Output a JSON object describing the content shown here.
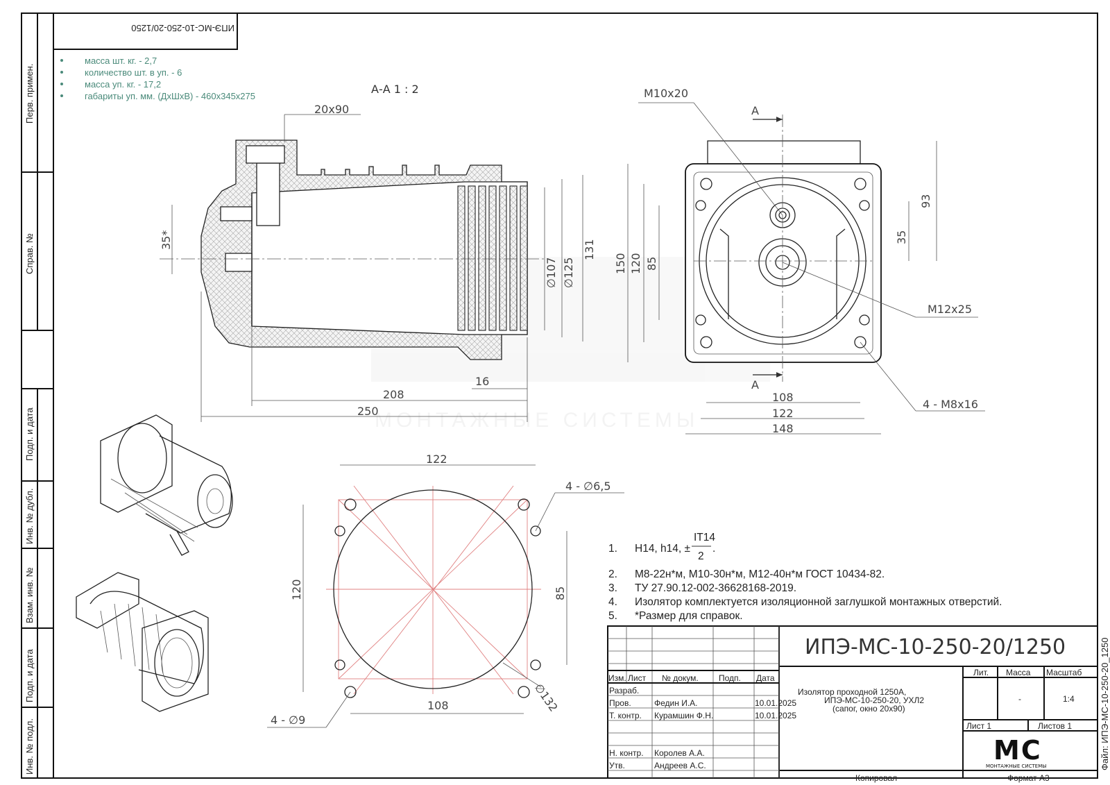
{
  "document_code_mirrored": "ИПЭ-МС-10-250-20/1250",
  "side_frame": {
    "labels": [
      "Перв. примен.",
      "Справ. №",
      "Подп. и дата",
      "Инв. № дубл.",
      "Взам. инв. №",
      "Подп. и дата",
      "Инв. № подл."
    ],
    "file_label": "Файл: ИПЭ-МС-10-250-20_1250"
  },
  "specs": [
    "масса шт. кг. - 2,7",
    "количество шт. в уп. - 6",
    "масса уп. кг. - 17,2",
    "габариты уп. мм. (ДхШхВ) - 460х345х275"
  ],
  "section_view": {
    "title": "А-А 1 : 2",
    "dims": {
      "window": "20х90",
      "left_ref": "35*",
      "d1": "∅107",
      "d2": "∅125",
      "d3": "131",
      "len_16": "16",
      "len_208": "208",
      "len_250": "250"
    }
  },
  "front_view": {
    "labels": {
      "m10": "М10х20",
      "m12": "М12х25",
      "holes": "4 - М8х16",
      "section_a_top": "А",
      "section_a_bottom": "А"
    },
    "dims": {
      "h150": "150",
      "h120": "120",
      "h85": "85",
      "h93": "93",
      "h35": "35",
      "w108": "108",
      "w122": "122",
      "w148": "148"
    }
  },
  "mounting_view": {
    "dims": {
      "w122": "122",
      "w108": "108",
      "h120": "120",
      "h85": "85",
      "small_holes": "4 - ∅6,5",
      "big_holes": "4 - ∅9",
      "circle": "∅132"
    }
  },
  "watermark": {
    "text": "МОНТАЖНЫЕ СИСТЕМЫ"
  },
  "notes": [
    {
      "num": "1.",
      "pre": "H14, h14, ±",
      "frac_top": "IT14",
      "frac_bottom": "2",
      "post": "."
    },
    {
      "num": "2.",
      "text": "М8-22н*м, М10-30н*м, М12-40н*м ГОСТ 10434-82."
    },
    {
      "num": "3.",
      "text": "ТУ 27.90.12-002-36628168-2019."
    },
    {
      "num": "4.",
      "text": "Изолятор комплектуется изоляционной заглушкой монтажных отверстий."
    },
    {
      "num": "5.",
      "text": "*Размер для справок."
    }
  ],
  "title_block": {
    "designation": "ИПЭ-МС-10-250-20/1250",
    "name_lines": [
      "Изолятор проходной 1250А,",
      "ИПЭ-МС-10-250-20, УХЛ2",
      "(сапог, окно 20х90)"
    ],
    "headers": {
      "izm": "Изм.",
      "list": "Лист",
      "doc": "№ докум.",
      "podp": "Подп.",
      "data": "Дата"
    },
    "rows": [
      {
        "role": "Разраб.",
        "name": "",
        "date": ""
      },
      {
        "role": "Пров.",
        "name": "Федин И.А.",
        "date": "10.01.2025"
      },
      {
        "role": "Т. контр.",
        "name": "Курамшин Ф.Н.",
        "date": "10.01.2025"
      },
      {
        "role": "",
        "name": "",
        "date": ""
      },
      {
        "role": "Н. контр.",
        "name": "Королев А.А.",
        "date": ""
      },
      {
        "role": "Утв.",
        "name": "Андреев А.С.",
        "date": ""
      }
    ],
    "lit": "Лит.",
    "massa": "Масса",
    "masshtab": "Масштаб",
    "massa_val": "-",
    "masshtab_val": "1:4",
    "list": "Лист 1",
    "listov": "Листов 1",
    "logo": "МС",
    "logo_sub": "МОНТАЖНЫЕ СИСТЕМЫ",
    "kopiroval": "Копировал",
    "format": "Формат А3"
  }
}
